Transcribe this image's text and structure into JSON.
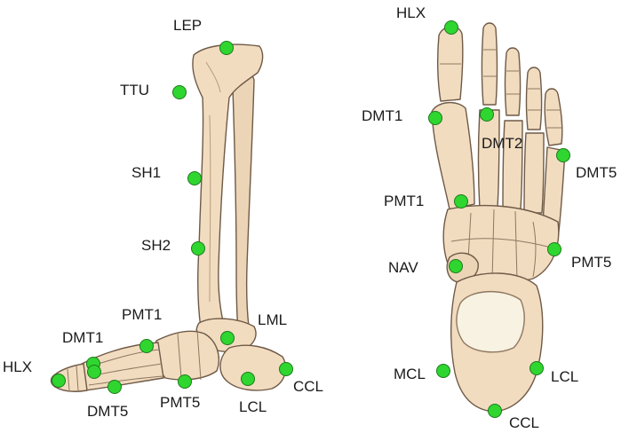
{
  "colors": {
    "bone": "#f1dcc0",
    "bone_outline": "#6f5a47",
    "marker": "#2fd62f",
    "marker_outline": "#1c7a1c",
    "label": "#1a1a1a"
  },
  "leg_view": {
    "labels": {
      "lep": "LEP",
      "ttu": "TTU",
      "sh1": "SH1",
      "sh2": "SH2",
      "pmt1": "PMT1",
      "lml": "LML",
      "dmt1": "DMT1",
      "hlx": "HLX",
      "ccl": "CCL",
      "dmt5": "DMT5",
      "pmt5": "PMT5",
      "lcl": "LCL"
    }
  },
  "foot_view": {
    "labels": {
      "hlx": "HLX",
      "dmt1": "DMT1",
      "dmt2": "DMT2",
      "dmt5": "DMT5",
      "pmt1": "PMT1",
      "pmt5": "PMT5",
      "nav": "NAV",
      "mcl": "MCL",
      "lcl": "LCL",
      "ccl": "CCL"
    }
  }
}
